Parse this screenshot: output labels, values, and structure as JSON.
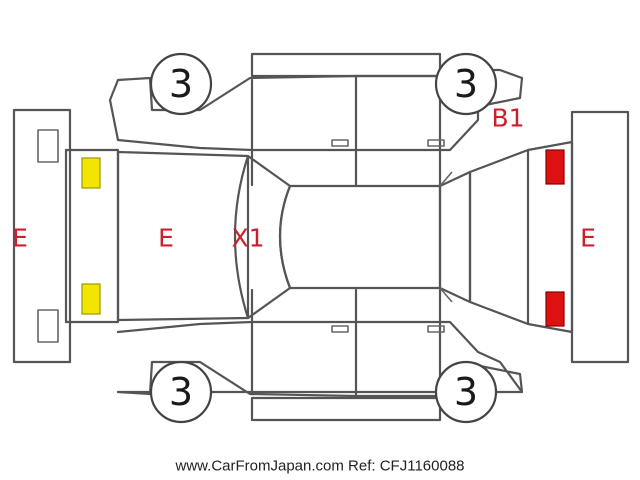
{
  "colors": {
    "line": "#555555",
    "mark_text": "#cc1f2e",
    "headlight": "#f2e500",
    "taillight": "#dd1111",
    "number": "#1a1a1a"
  },
  "marks": {
    "front_bumper": "E",
    "hood": "E",
    "windshield": "X1",
    "rear_quarter": "B1",
    "rear_bumper": "E"
  },
  "condition_scores": {
    "front_left": "3",
    "rear_left": "3",
    "front_right": "3",
    "rear_right": "3"
  },
  "footer": "www.CarFromJapan.com Ref: CFJ1160088"
}
